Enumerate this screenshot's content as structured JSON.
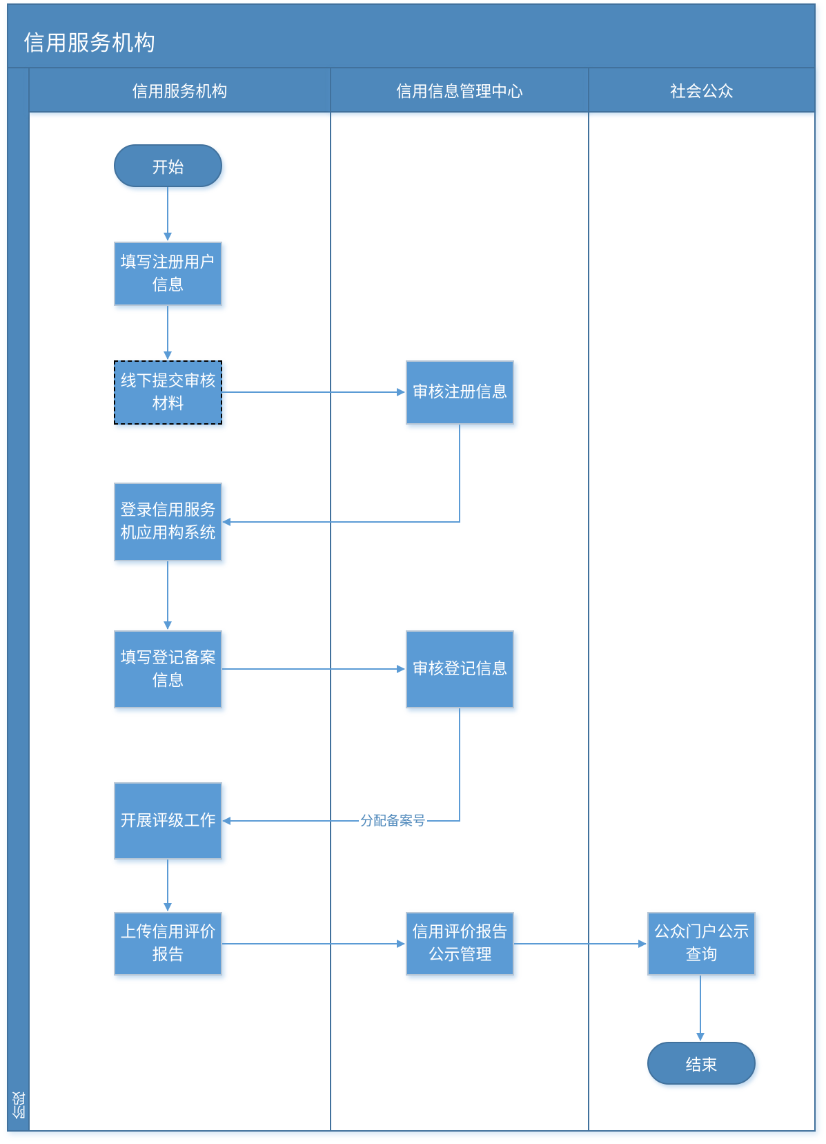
{
  "title": "信用服务机构",
  "stage_label": "阶段",
  "lanes": [
    {
      "label": "信用服务机构"
    },
    {
      "label": "信用信息管理中心"
    },
    {
      "label": "社会公众"
    }
  ],
  "nodes": {
    "start": "开始",
    "fill_user_info": "填写注册用户信息",
    "submit_offline": "线下提交审核材料",
    "review_registration": "审核注册信息",
    "login_system": "登录信用服务机应用构系统",
    "fill_filing_info": "填写登记备案信息",
    "review_filing": "审核登记信息",
    "start_rating": "开展评级工作",
    "upload_report": "上传信用评价报告",
    "report_publicity": "信用评价报告公示管理",
    "public_query": "公众门户公示查询",
    "end": "结束"
  },
  "edge_labels": {
    "assign_filing_number": "分配备案号"
  },
  "colors": {
    "header": "#4e88bb",
    "border": "#41719c",
    "process": "#5b9bd5",
    "connector": "#5b9bd5"
  }
}
